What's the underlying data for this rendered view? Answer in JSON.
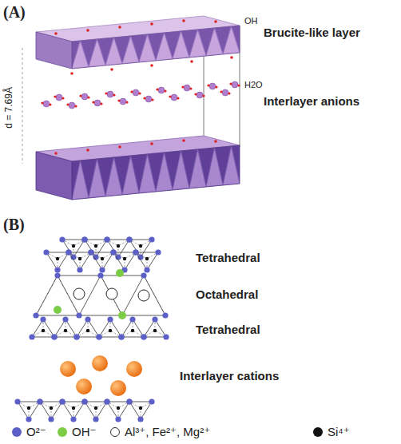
{
  "diagram": {
    "labels": [
      "(A)",
      "OH",
      "Brucite-like layer",
      "d = 7.69Å",
      "H2O",
      "Interlayer anions",
      "(B)",
      "Tetrahedral",
      "Octahedral",
      "Tetrahedral",
      "Interlayer cations"
    ],
    "legend": [
      {
        "text": "O²⁻",
        "color": "#5b5fc7"
      },
      {
        "text": "OH⁻",
        "color": "#7ccc45"
      },
      {
        "text": "Al³⁺, Fe²⁺, Mg²⁺"
      },
      {
        "text": "Si⁴⁺",
        "color": "#111111"
      }
    ]
  }
}
